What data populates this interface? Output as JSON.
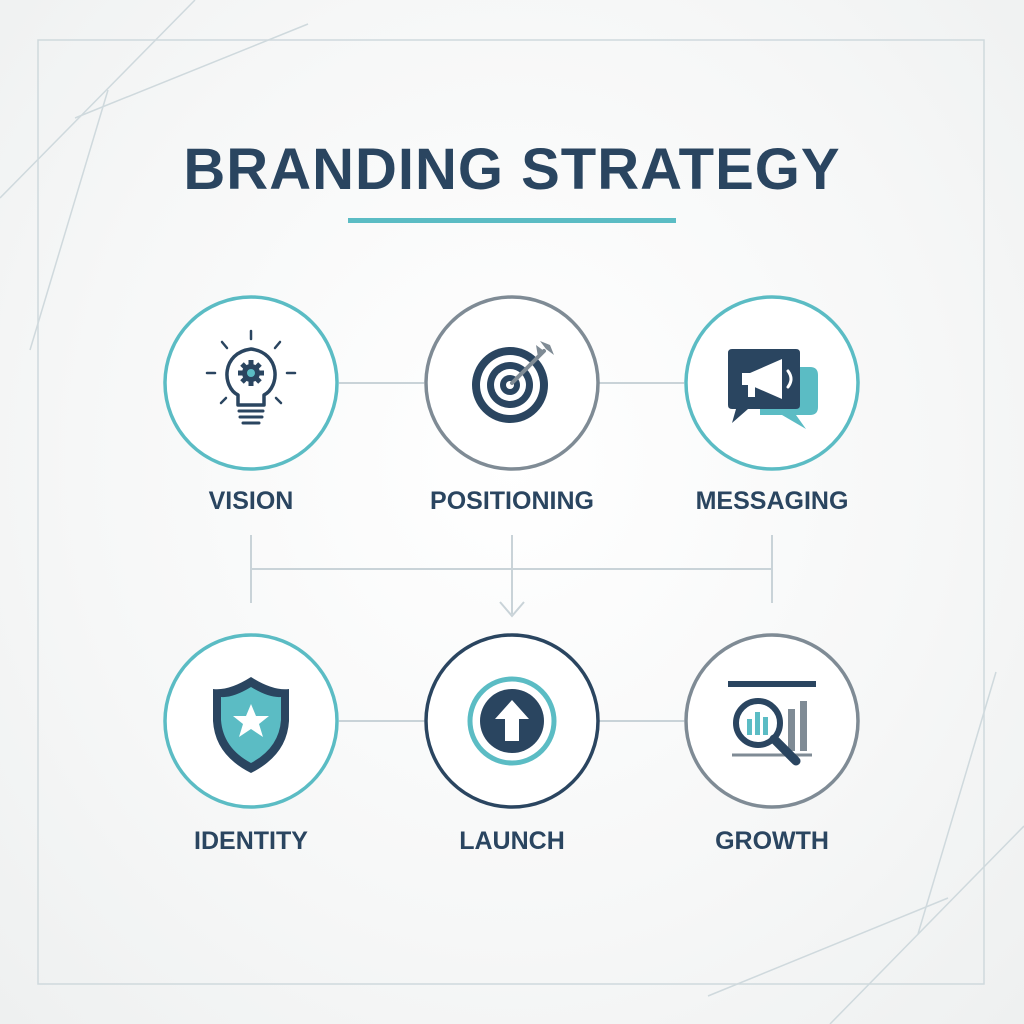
{
  "title": "BRANDING STRATEGY",
  "colors": {
    "navy": "#2a4560",
    "teal": "#5bbcc4",
    "gray": "#7f8b95",
    "connector": "#c9d3d8"
  },
  "nodes": [
    {
      "label": "VISION",
      "icon": "lightbulb-gear-icon",
      "ring": "teal"
    },
    {
      "label": "POSITIONING",
      "icon": "target-arrow-icon",
      "ring": "gray"
    },
    {
      "label": "MESSAGING",
      "icon": "megaphone-chat-icon",
      "ring": "teal"
    },
    {
      "label": "IDENTITY",
      "icon": "shield-star-icon",
      "ring": "teal"
    },
    {
      "label": "LAUNCH",
      "icon": "up-arrow-icon",
      "ring": "navy"
    },
    {
      "label": "GROWTH",
      "icon": "chart-magnifier-icon",
      "ring": "gray"
    }
  ]
}
